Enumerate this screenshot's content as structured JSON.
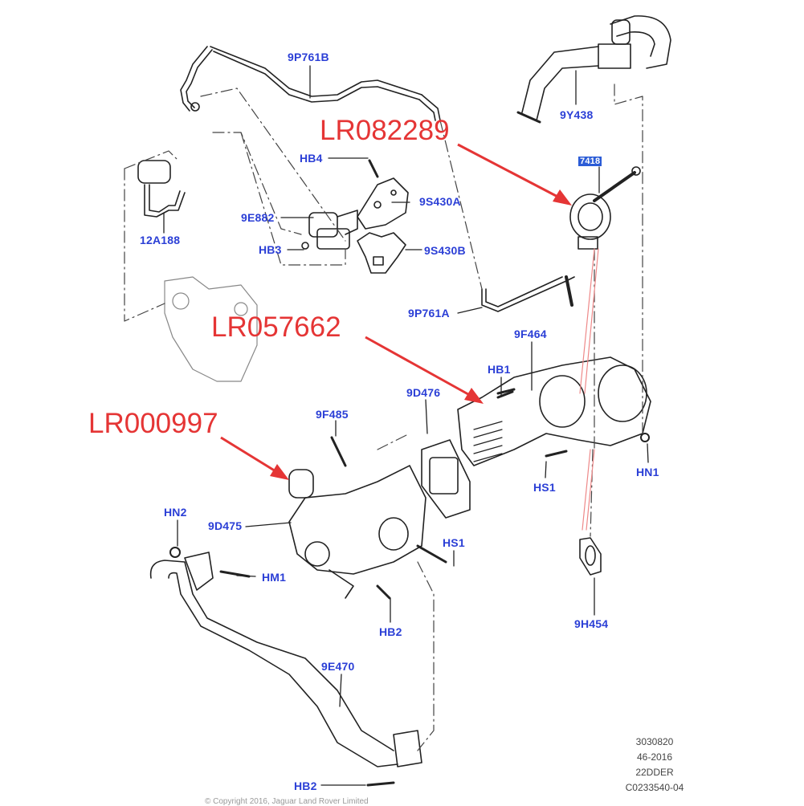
{
  "diagram": {
    "title": "EGR system parts diagram",
    "part_labels": [
      {
        "id": "9P761B",
        "text": "9P761B"
      },
      {
        "id": "9Y438",
        "text": "9Y438"
      },
      {
        "id": "HB4",
        "text": "HB4"
      },
      {
        "id": "7418",
        "text": "7418"
      },
      {
        "id": "9S430A",
        "text": "9S430A"
      },
      {
        "id": "9E882",
        "text": "9E882"
      },
      {
        "id": "12A188",
        "text": "12A188"
      },
      {
        "id": "HB3",
        "text": "HB3"
      },
      {
        "id": "9S430B",
        "text": "9S430B"
      },
      {
        "id": "9P761A",
        "text": "9P761A"
      },
      {
        "id": "9F464",
        "text": "9F464"
      },
      {
        "id": "HB1",
        "text": "HB1"
      },
      {
        "id": "9D476",
        "text": "9D476"
      },
      {
        "id": "9F485",
        "text": "9F485"
      },
      {
        "id": "HS1a",
        "text": "HS1"
      },
      {
        "id": "HN1",
        "text": "HN1"
      },
      {
        "id": "HN2",
        "text": "HN2"
      },
      {
        "id": "9D475",
        "text": "9D475"
      },
      {
        "id": "HS1b",
        "text": "HS1"
      },
      {
        "id": "HM1",
        "text": "HM1"
      },
      {
        "id": "HB2a",
        "text": "HB2"
      },
      {
        "id": "9H454",
        "text": "9H454"
      },
      {
        "id": "9E470",
        "text": "9E470"
      },
      {
        "id": "HB2b",
        "text": "HB2"
      }
    ],
    "callouts": [
      {
        "part_number": "LR082289",
        "color": "#e53535"
      },
      {
        "part_number": "LR057662",
        "color": "#e53535"
      },
      {
        "part_number": "LR000997",
        "color": "#e53535"
      }
    ],
    "reference_block": [
      "3030820",
      "46-2016",
      "22DDER",
      "C0233540-04"
    ],
    "copyright": "© Copyright 2016, Jaguar Land Rover Limited"
  }
}
